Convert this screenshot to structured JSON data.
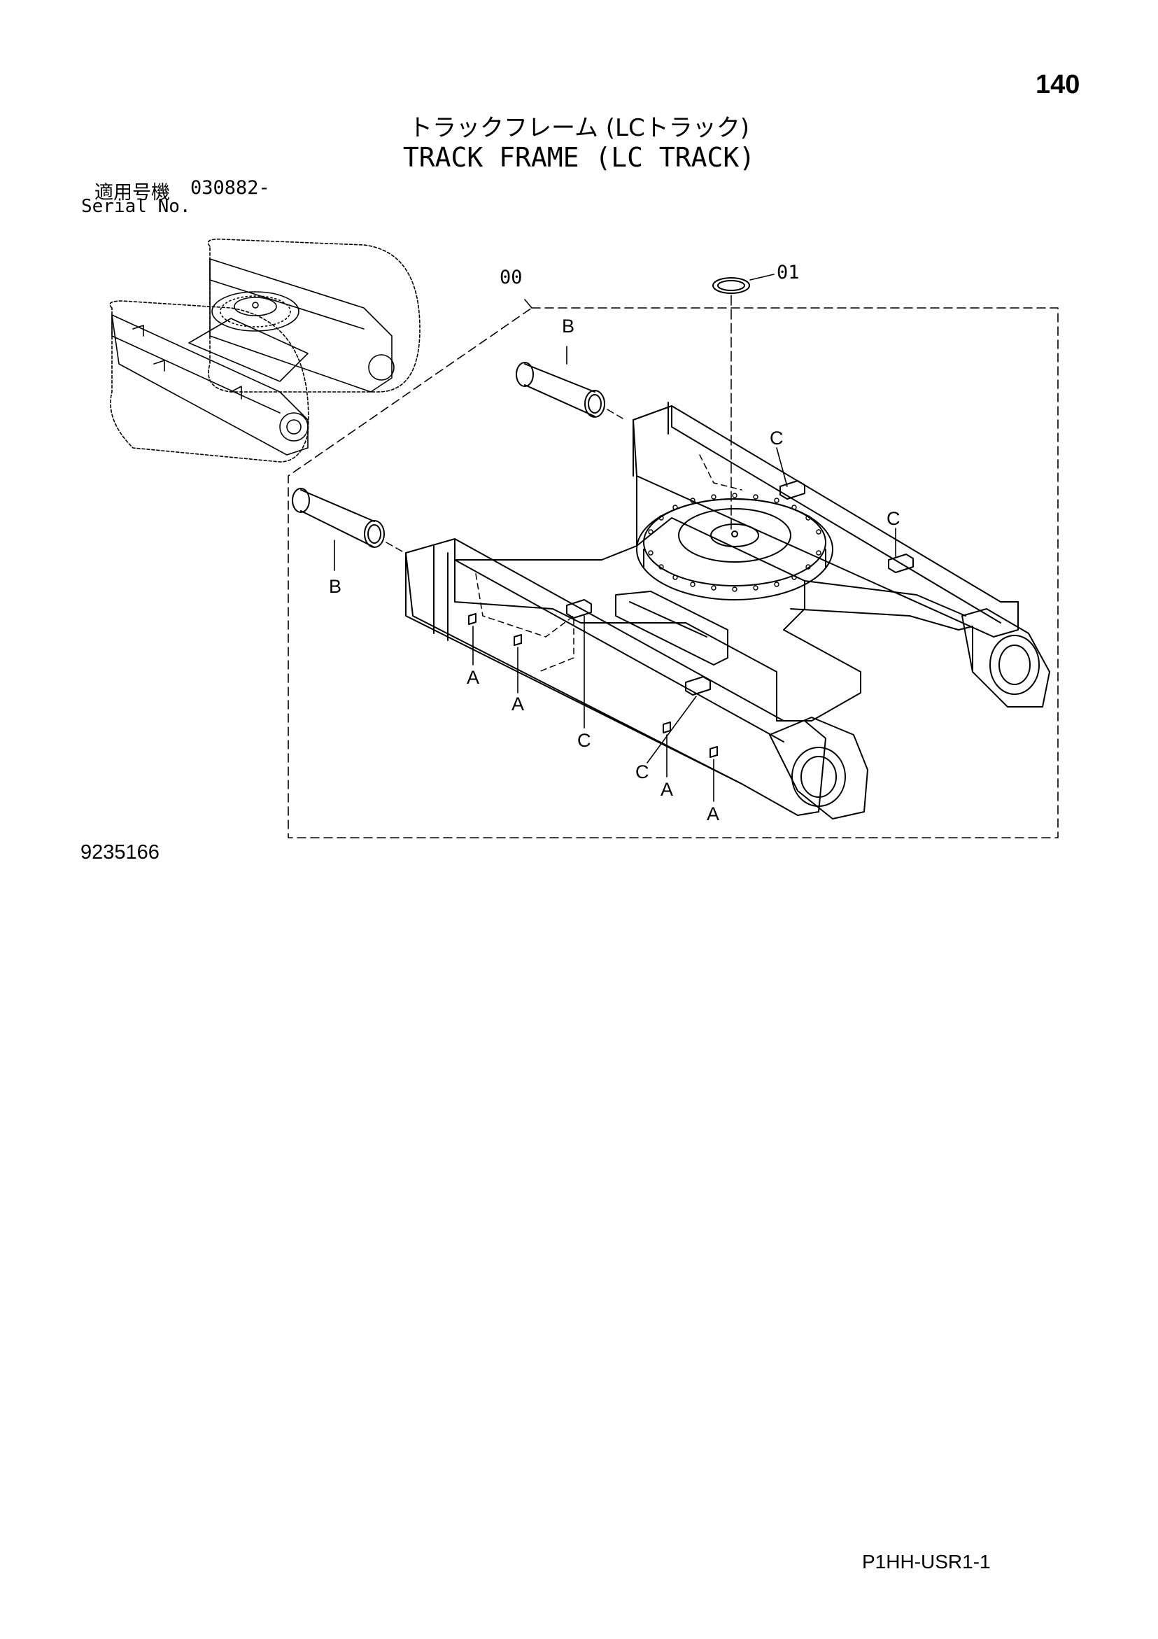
{
  "page_number": "140",
  "title_jp": "トラックフレーム (LCトラック)",
  "title_en": "TRACK FRAME (LC TRACK)",
  "serial": {
    "label_jp": "適用号機",
    "value": "030882-",
    "label_en": "Serial No."
  },
  "drawing_id": "9235166",
  "doc_code": "P1HH-USR1-1",
  "callouts": {
    "assembly": "00",
    "ring": "01",
    "a": "A",
    "b": "B",
    "c": "C"
  }
}
